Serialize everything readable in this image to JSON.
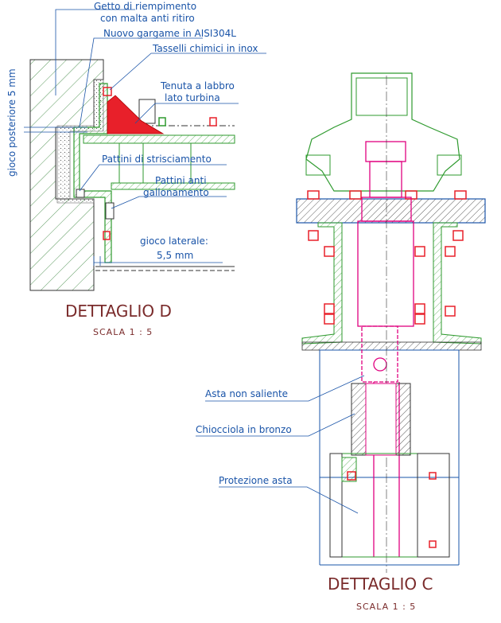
{
  "detail_d": {
    "title": "DETTAGLIO D",
    "scale": "SCALA 1 : 5",
    "callouts": {
      "getto_line1": "Getto di riempimento",
      "getto_line2": "con malta anti ritiro",
      "gargame": "Nuovo gargame in AISI304L",
      "tasselli": "Tasselli chimici in inox",
      "tenuta_line1": "Tenuta a labbro",
      "tenuta_line2": "lato turbina",
      "gioco_posteriore": "gioco posteriore 5 mm",
      "pattini_strisciamento": "Pattini di strisciamento",
      "pattini_anti_line1": "Pattini anti",
      "pattini_anti_line2": "gallonamento",
      "gioco_laterale_line1": "gioco laterale:",
      "gioco_laterale_line2": "5,5 mm"
    }
  },
  "detail_c": {
    "title": "DETTAGLIO C",
    "scale": "SCALA 1 : 5",
    "callouts": {
      "asta": "Asta non saliente",
      "chiocciola": "Chiocciola in bronzo",
      "protezione": "Protezione asta"
    }
  },
  "colors": {
    "annotation": "#1a54a8",
    "title": "#7a2b2b",
    "concrete": "#2e7d32",
    "steel": "#2e9a2e",
    "stem": "#e0007f",
    "seal": "#e8202a",
    "outline": "#222222"
  }
}
